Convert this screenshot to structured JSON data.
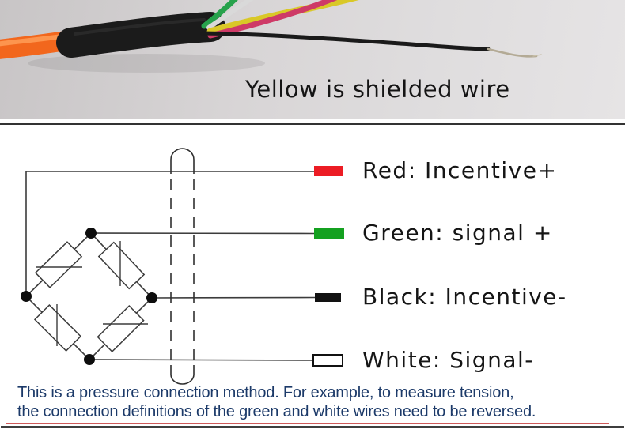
{
  "photo": {
    "caption": "Yellow is shielded wire",
    "wires": {
      "jacket": "#f2671d",
      "heat_shrink": "#1b1b1b",
      "green": "#27a24c",
      "white": "#d9d9d9",
      "yellow": "#d9c827",
      "pink": "#ce3a67",
      "black": "#1a1a1a",
      "stripped_tip": "#b3aa95"
    }
  },
  "diagram": {
    "legend": [
      {
        "wire": "red",
        "color": "#ec1c24",
        "label": "Red: Incentive+"
      },
      {
        "wire": "green",
        "color": "#14a120",
        "label": "Green: signal +"
      },
      {
        "wire": "black",
        "color": "#121212",
        "label": "Black: Incentive-"
      },
      {
        "wire": "white",
        "color": "#ffffff",
        "label": "White: Signal-"
      }
    ]
  },
  "footer": {
    "line1": "This is a pressure connection method. For example, to measure tension,",
    "line2": "the connection definitions of the green and white wires need to be reversed.",
    "color": "#1c3a69"
  }
}
